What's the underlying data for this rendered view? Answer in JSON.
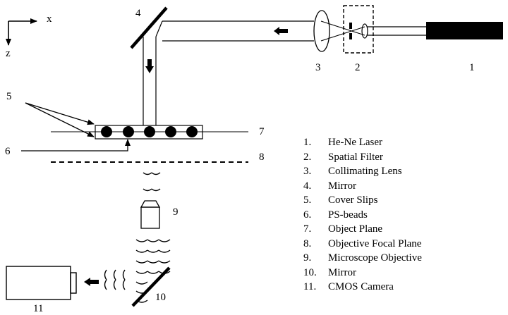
{
  "axes": {
    "x_label": "x",
    "z_label": "z"
  },
  "component_labels": [
    "1",
    "2",
    "3",
    "4",
    "5",
    "6",
    "7",
    "8",
    "9",
    "10",
    "11"
  ],
  "legend": [
    {
      "num": "1.",
      "text": "He-Ne Laser"
    },
    {
      "num": "2.",
      "text": "Spatial Filter"
    },
    {
      "num": "3.",
      "text": "Collimating Lens"
    },
    {
      "num": "4.",
      "text": "Mirror"
    },
    {
      "num": "5.",
      "text": "Cover Slips"
    },
    {
      "num": "6.",
      "text": "PS-beads"
    },
    {
      "num": "7.",
      "text": "Object Plane"
    },
    {
      "num": "8.",
      "text": "Objective Focal Plane"
    },
    {
      "num": "9.",
      "text": "Microscope Objective"
    },
    {
      "num": "10.",
      "text": "Mirror"
    },
    {
      "num": "11.",
      "text": "CMOS Camera"
    }
  ],
  "colors": {
    "ink": "#000000",
    "background": "#ffffff"
  }
}
